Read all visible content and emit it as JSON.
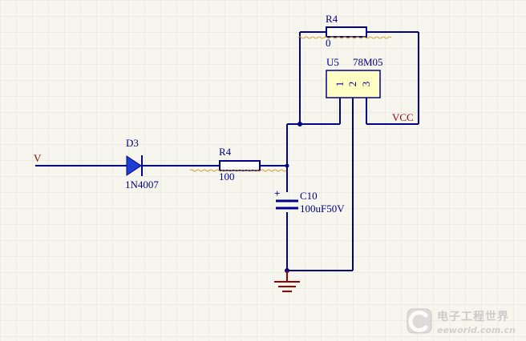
{
  "net_labels": {
    "input": "V",
    "supply": "VCC"
  },
  "diode": {
    "designator": "D3",
    "part": "1N4007"
  },
  "resistor_series": {
    "designator": "R4",
    "value": "100"
  },
  "resistor_bypass": {
    "designator": "R4",
    "value": "0"
  },
  "regulator": {
    "designator": "U5",
    "part": "78M05",
    "pins": [
      "1",
      "2",
      "3"
    ]
  },
  "capacitor": {
    "designator": "C10",
    "value": "100uF50V",
    "polarity": "+"
  },
  "watermark": {
    "title": "电子工程世界",
    "url": "eeworld.com.cn"
  },
  "colors": {
    "background": "#f7f6ee",
    "grid": "#e6e3d4",
    "wire": "#00008b",
    "designator_label": "#00008b",
    "power_label": "#990000",
    "regulator_fill": "#ffffc4",
    "label_underline": "#d8a030"
  }
}
